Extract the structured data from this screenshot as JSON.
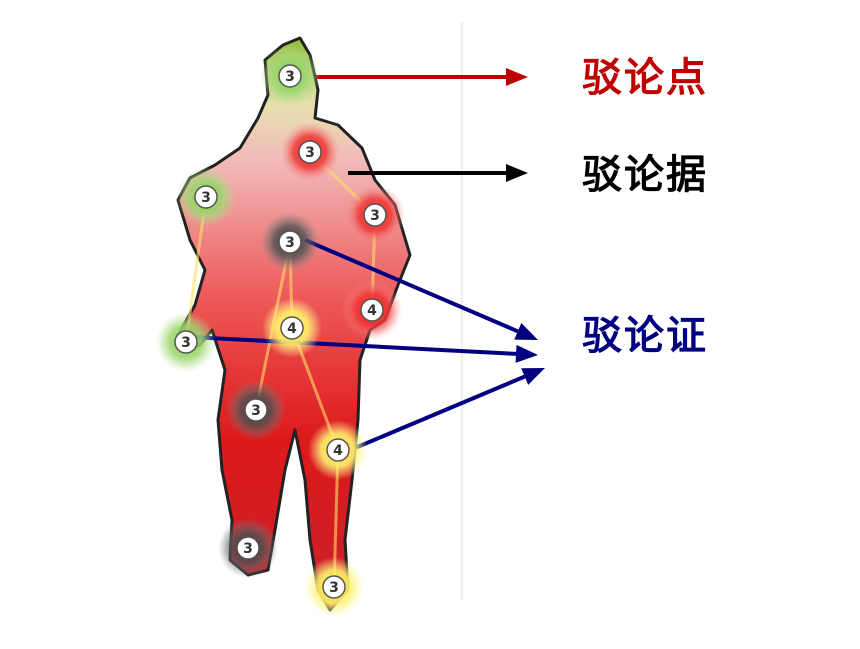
{
  "labels": {
    "point": "驳论点",
    "evidence": "驳论据",
    "argumentation": "驳论证"
  },
  "nodes": [
    {
      "value": "3",
      "color": "green"
    },
    {
      "value": "3",
      "color": "red"
    },
    {
      "value": "3",
      "color": "green"
    },
    {
      "value": "3",
      "color": "red"
    },
    {
      "value": "3",
      "color": "dark"
    },
    {
      "value": "4",
      "color": "red"
    },
    {
      "value": "4",
      "color": "yellow"
    },
    {
      "value": "3",
      "color": "green"
    },
    {
      "value": "3",
      "color": "dark"
    },
    {
      "value": "4",
      "color": "yellow"
    },
    {
      "value": "3",
      "color": "dark"
    },
    {
      "value": "3",
      "color": "yellow"
    }
  ],
  "colors": {
    "point_label": "#c00000",
    "evidence_label": "#000000",
    "argumentation_label": "#000080",
    "point_arrow": "#c00000",
    "evidence_arrow": "#000000",
    "argumentation_arrow": "#000080"
  }
}
